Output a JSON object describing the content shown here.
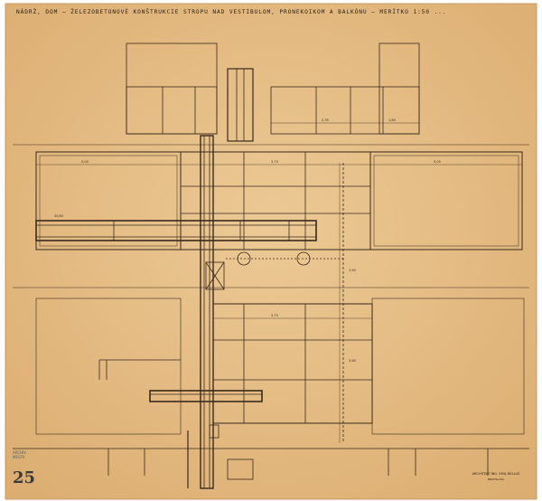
{
  "title": "NÁDRŽ, DOM – ŽELEZOBETONOVÉ KONŠTRUKCIE STROPU NAD VESTIBULOM, PRONEKOIKOM A BALKÓNU – MERÍTKO 1:50 ...",
  "stamp": {
    "line1": "ARCHIV",
    "line2": "MESTA"
  },
  "sheet_number": "25",
  "archive_stamp": {
    "line1": "ARCHITEKT ING. EMIL BELLUŠ",
    "line2": "BRATISLAVA"
  },
  "colors": {
    "paper": "#e6c08a",
    "paper_edge": "#d8ad72",
    "ink": "#3a2a1c",
    "ink_light": "#6b5540",
    "stamp_blue": "#6d7c8c"
  }
}
